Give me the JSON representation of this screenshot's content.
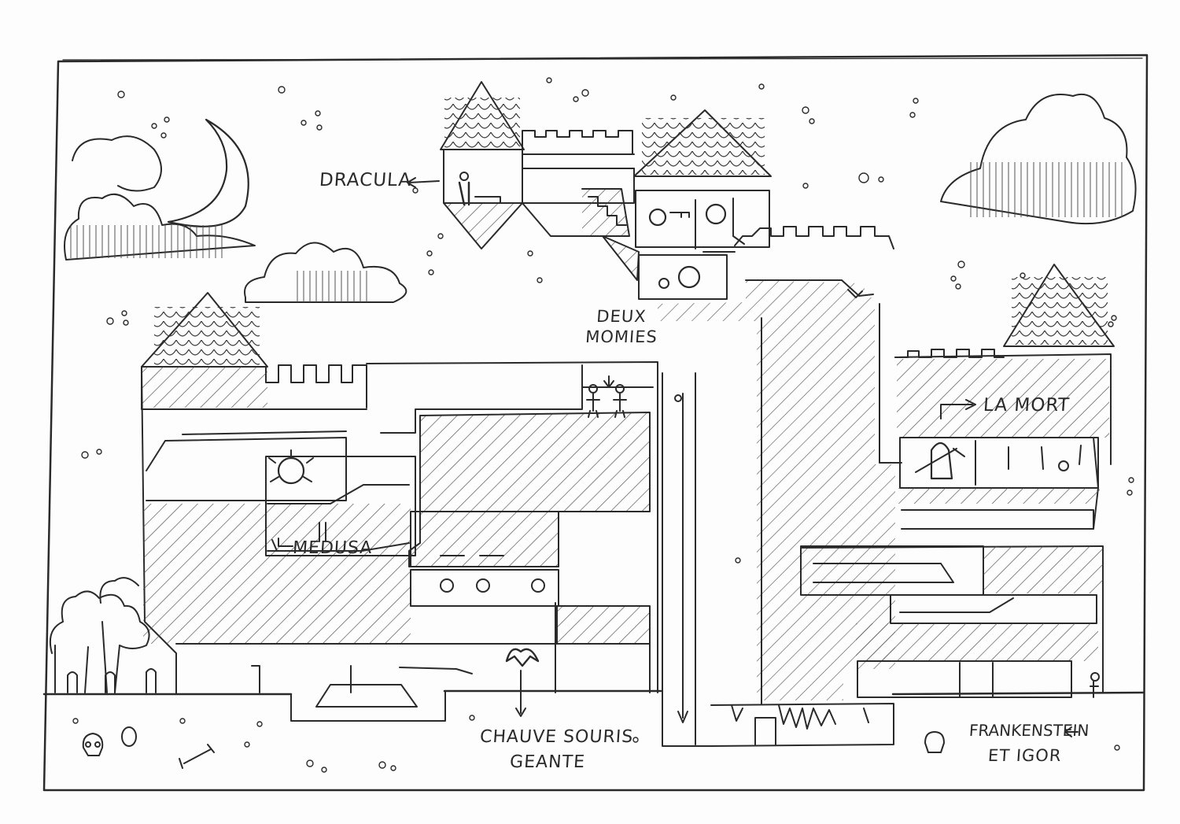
{
  "map": {
    "title": "",
    "labels": {
      "dracula": "DRACULA",
      "deux_momies_line1": "DEUX",
      "deux_momies_line2": "MOMIES",
      "la_mort": "LA MORT",
      "medusa": "MEDUSA",
      "chauve_souris_line1": "CHAUVE SOURIS",
      "chauve_souris_line2": "GEANTE",
      "frankenstein_line1": "FRANKENSTEIN",
      "frankenstein_line2": "ET IGOR"
    },
    "icons": [
      "moon-icon",
      "cloud-icon",
      "tower-roof-icon",
      "dracula-figure-icon",
      "mummy-icon",
      "reaper-icon",
      "medusa-sun-icon",
      "giant-bat-icon",
      "gear-icon",
      "key-icon",
      "skull-icon",
      "bone-icon",
      "tree-icon",
      "tombstone-icon",
      "igor-figure-icon",
      "arrow-icon",
      "spike-trap-icon"
    ],
    "colors": {
      "paper": "#fdfdfd",
      "ink": "#2a2a2a",
      "hatch": "#4a4a4a"
    }
  }
}
